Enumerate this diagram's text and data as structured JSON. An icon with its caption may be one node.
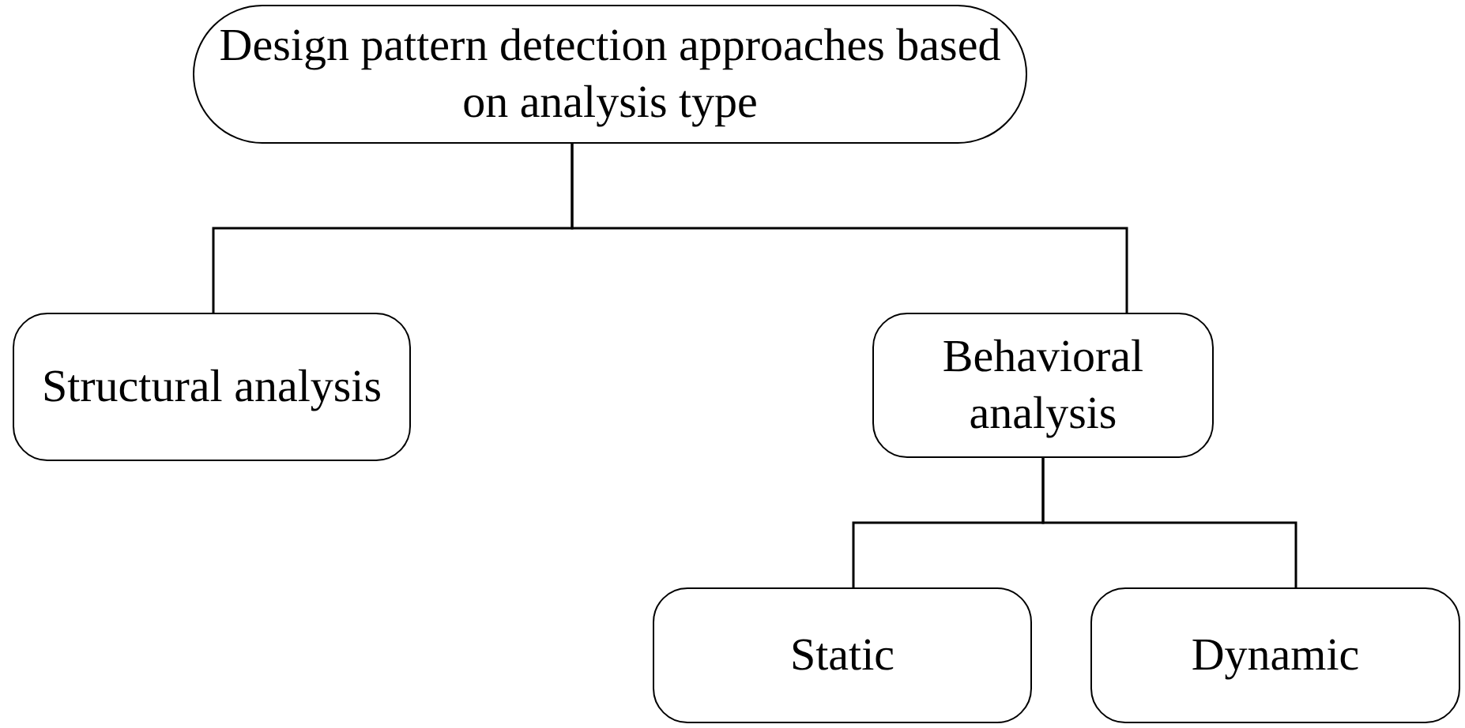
{
  "diagram": {
    "nodes": [
      {
        "text": [
          "Design pattern detection approaches based on analysis type"
        ]
      },
      {
        "text": [
          "Structural analysis"
        ]
      },
      {
        "text": [
          "Behavioral analysis"
        ]
      },
      {
        "text": [
          "Static"
        ]
      },
      {
        "text": [
          "Dynamic"
        ]
      }
    ],
    "edges": [
      {
        "from": 0,
        "to": 1,
        "arrow": "none"
      },
      {
        "from": 0,
        "to": 2,
        "arrow": "none"
      },
      {
        "from": 2,
        "to": 3,
        "arrow": "none"
      },
      {
        "from": 2,
        "to": 4,
        "arrow": "none"
      }
    ]
  }
}
